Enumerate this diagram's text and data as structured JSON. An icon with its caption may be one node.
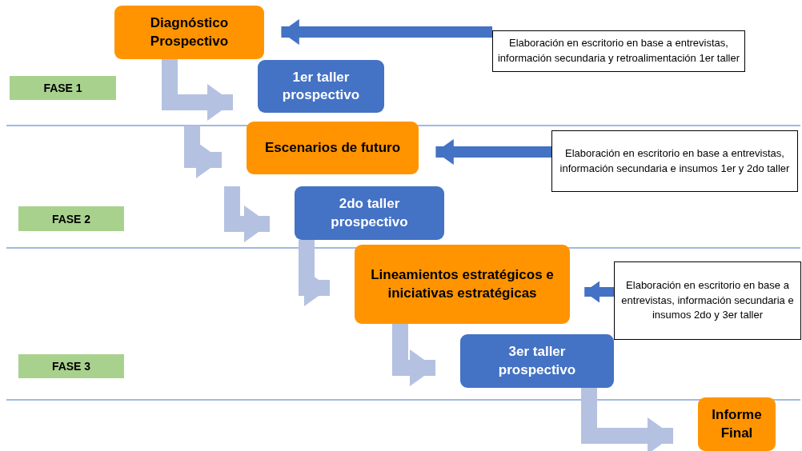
{
  "diagram": {
    "nodes": [
      {
        "text": [
          "Diagnóstico Prospectivo"
        ]
      },
      {
        "text": [
          "Elaboración en escritorio en base a entrevistas, información secundaria  y retroalimentación 1er taller"
        ]
      },
      {
        "text": [
          "FASE 1"
        ]
      },
      {
        "text": [
          "1er taller prospectivo"
        ]
      },
      {
        "text": [
          "Escenarios de futuro"
        ]
      },
      {
        "text": [
          "Elaboración en escritorio en base a entrevistas, información secundaria e insumos 1er y 2do taller"
        ]
      },
      {
        "text": [
          "2do taller prospectivo"
        ]
      },
      {
        "text": [
          "FASE 2"
        ]
      },
      {
        "text": [
          "Lineamientos estratégicos e iniciativas estratégicas"
        ]
      },
      {
        "text": [
          "Elaboración en escritorio en base a entrevistas, información secundaria e insumos 2do y 3er taller"
        ]
      },
      {
        "text": [
          "3er taller prospectivo"
        ]
      },
      {
        "text": [
          "FASE 3"
        ]
      },
      {
        "text": [
          "Informe Final"
        ]
      }
    ],
    "edges": [
      {
        "from": 1,
        "to": 0,
        "arrow": "to",
        "color": "#4472c4"
      },
      {
        "from": 5,
        "to": 4,
        "arrow": "to",
        "color": "#4472c4"
      },
      {
        "from": 9,
        "to": 8,
        "arrow": "to",
        "color": "#4472c4"
      },
      {
        "from": 0,
        "to": 3,
        "arrow": "to"
      },
      {
        "from": null,
        "to": 4,
        "arrow": "to"
      },
      {
        "from": null,
        "to": 6,
        "arrow": "to"
      },
      {
        "from": 6,
        "to": 8,
        "arrow": "to"
      },
      {
        "from": 8,
        "to": 10,
        "arrow": "to"
      },
      {
        "from": 10,
        "to": 12,
        "arrow": "to"
      }
    ]
  }
}
